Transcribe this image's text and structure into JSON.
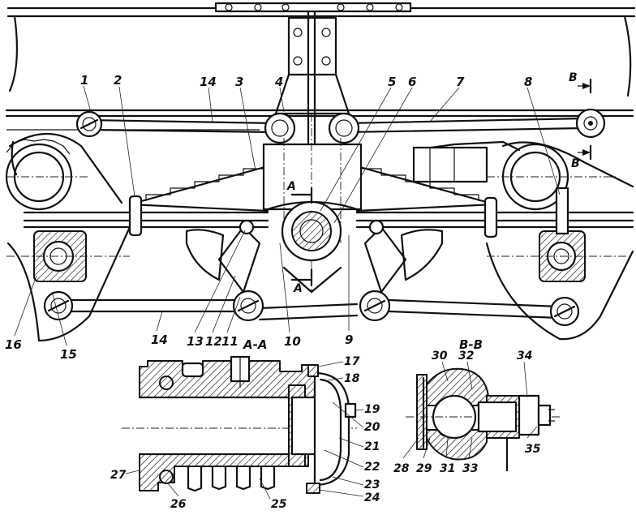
{
  "callouts": [
    "1",
    "2",
    "14",
    "3",
    "4",
    "5",
    "6",
    "7",
    "8",
    "16",
    "15",
    "14",
    "13",
    "12",
    "11",
    "10",
    "9"
  ],
  "section_labels": {
    "section_a": "A-A",
    "section_b": "B-B",
    "cut_a_top": "A",
    "cut_a_bottom": "A",
    "cut_b_top": "B",
    "cut_b_bottom": "B"
  },
  "detail_a_callouts": [
    "17",
    "18",
    "19",
    "20",
    "21",
    "22",
    "23",
    "24",
    "25",
    "26",
    "27"
  ],
  "detail_b_callouts": [
    "30",
    "32",
    "34",
    "28",
    "29",
    "31",
    "33",
    "35"
  ],
  "colors": {
    "ink": "#111111",
    "paper": "#ffffff"
  }
}
